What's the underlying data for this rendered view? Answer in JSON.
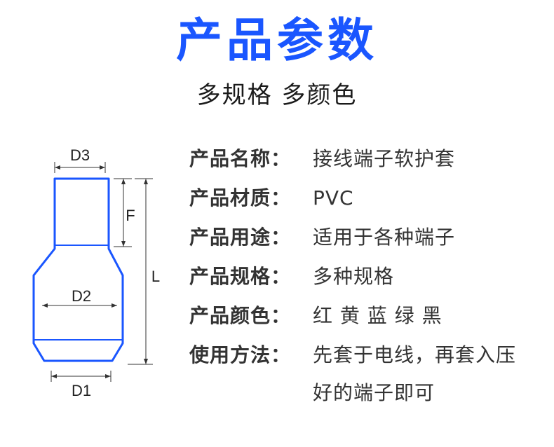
{
  "header": {
    "title": "产品参数",
    "subtitle": "多规格 多颜色"
  },
  "colors": {
    "title": "#1a56ff",
    "outline": "#1a56ff",
    "text": "#333333"
  },
  "diagram": {
    "labels": {
      "d3": "D3",
      "f": "F",
      "d2": "D2",
      "l": "L",
      "d1": "D1"
    }
  },
  "specs": [
    {
      "label": "产品名称：",
      "value": "接线端子软护套"
    },
    {
      "label": "产品材质：",
      "value": "PVC"
    },
    {
      "label": "产品用途：",
      "value": "适用于各种端子"
    },
    {
      "label": "产品规格：",
      "value": "多种规格"
    },
    {
      "label": "产品颜色：",
      "value": "红 黄 蓝 绿 黑"
    },
    {
      "label": "使用方法：",
      "value": "先套于电线，再套入压好的端子即可"
    }
  ]
}
